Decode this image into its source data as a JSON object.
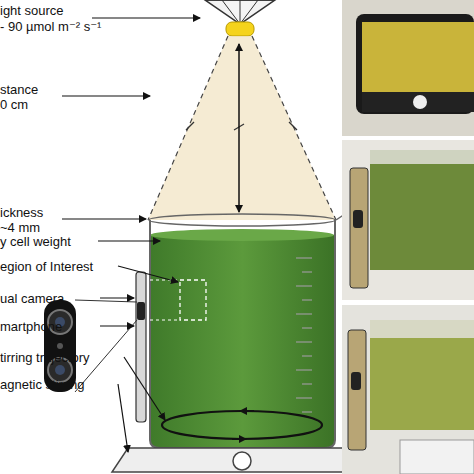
{
  "diagram": {
    "labels": [
      "ight source",
      "- 90 µmol m⁻² s⁻¹",
      "stance",
      "0 cm",
      "ickness",
      "~4 mm",
      "y cell weight",
      "egion of Interest",
      "ual camera",
      "martphone",
      "tirring trajectory",
      "agnetic stirring"
    ]
  }
}
